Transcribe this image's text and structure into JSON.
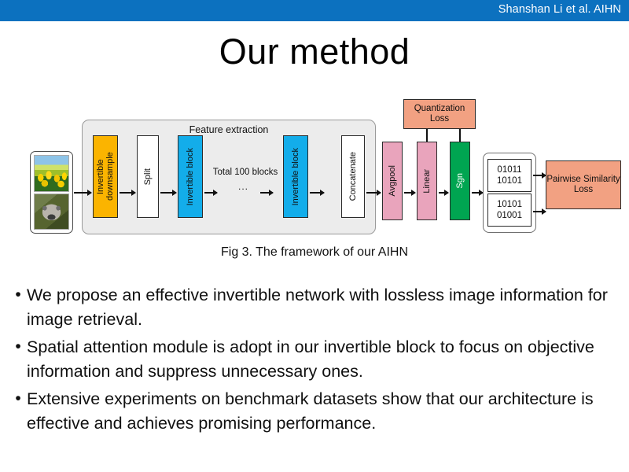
{
  "header": {
    "author": "Shanshan Li et al. AIHN",
    "bar_color": "#0C71BF"
  },
  "title": "Our method",
  "figure": {
    "caption": "Fig 3. The framework of our AIHN",
    "container_label": "Feature extraction",
    "inline_label": "Total 100 blocks",
    "ellipsis": "...",
    "blocks": {
      "invertible_downsample": "Invertible downsample",
      "split": "Split",
      "invertible_block_1": "Invertible block",
      "invertible_block_2": "Invertible block",
      "concatenate": "Concatenate",
      "avgpool": "Avgpool",
      "linear": "Linear",
      "sgn": "Sgn",
      "quantization_loss": "Quantization Loss",
      "pairwise_similarity_loss": "Pairwise Similarity Loss"
    },
    "codes": {
      "code_1_line_1": "01011",
      "code_1_line_2": "10101",
      "code_2_line_1": "10101",
      "code_2_line_2": "01001"
    },
    "images": {
      "top": "tulips-photo",
      "bottom": "koala-photo"
    },
    "colors": {
      "downsample": "#FBB400",
      "invertible_block": "#13ADEA",
      "white_block": "#FFFFFF",
      "pool_linear": "#E9A4BC",
      "sgn": "#00A551",
      "loss": "#F2A182",
      "container": "#ECECEC"
    }
  },
  "bullets": [
    "We propose an effective invertible network with lossless image information for image retrieval.",
    "Spatial attention module is adopt in our invertible block to focus on objective information and suppress unnecessary ones.",
    "Extensive experiments on benchmark datasets show that our architecture is effective and achieves promising performance."
  ],
  "bullet_marker": "•"
}
